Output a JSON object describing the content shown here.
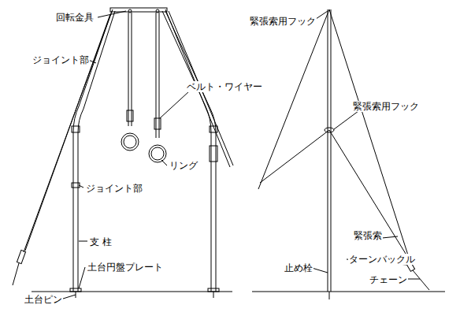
{
  "diagram": {
    "labels": [
      "回転金具",
      "ジョイント部",
      "ベルト・ワイヤー",
      "リング",
      "ジョイント部",
      "支 柱",
      "土台円盤プレート",
      "土台ピン",
      "緊張索用フック",
      "緊張索用フック",
      "緊張索",
      "ターンバックル",
      "止め栓",
      "チェーン"
    ]
  }
}
